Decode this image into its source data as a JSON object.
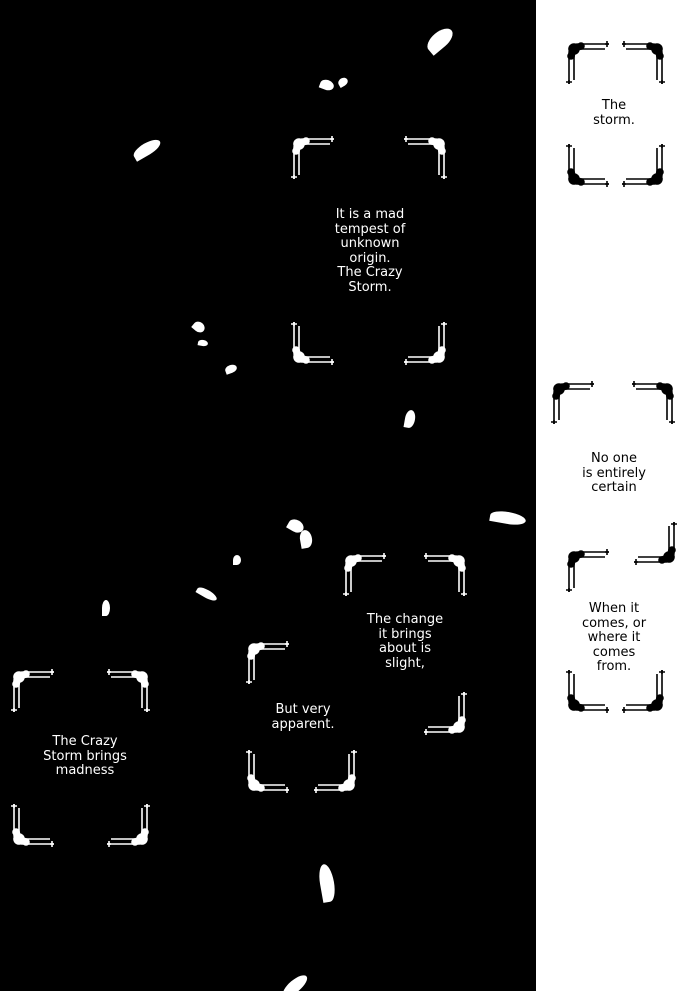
{
  "captions": {
    "storm": "The\nstorm.",
    "tempest": "It is a mad\ntempest of\nunknown\norigin.\nThe Crazy\nStorm.",
    "no_one": "No one\nis entirely\ncertain",
    "when": "When it\ncomes, or\nwhere it\ncomes\nfrom.",
    "change": "The change\nit brings\nabout is\nslight,",
    "apparent": "But very\napparent.",
    "madness": "The Crazy\nStorm brings\nmadness"
  },
  "colors": {
    "panel_dark": "#000000",
    "panel_light": "#ffffff"
  }
}
